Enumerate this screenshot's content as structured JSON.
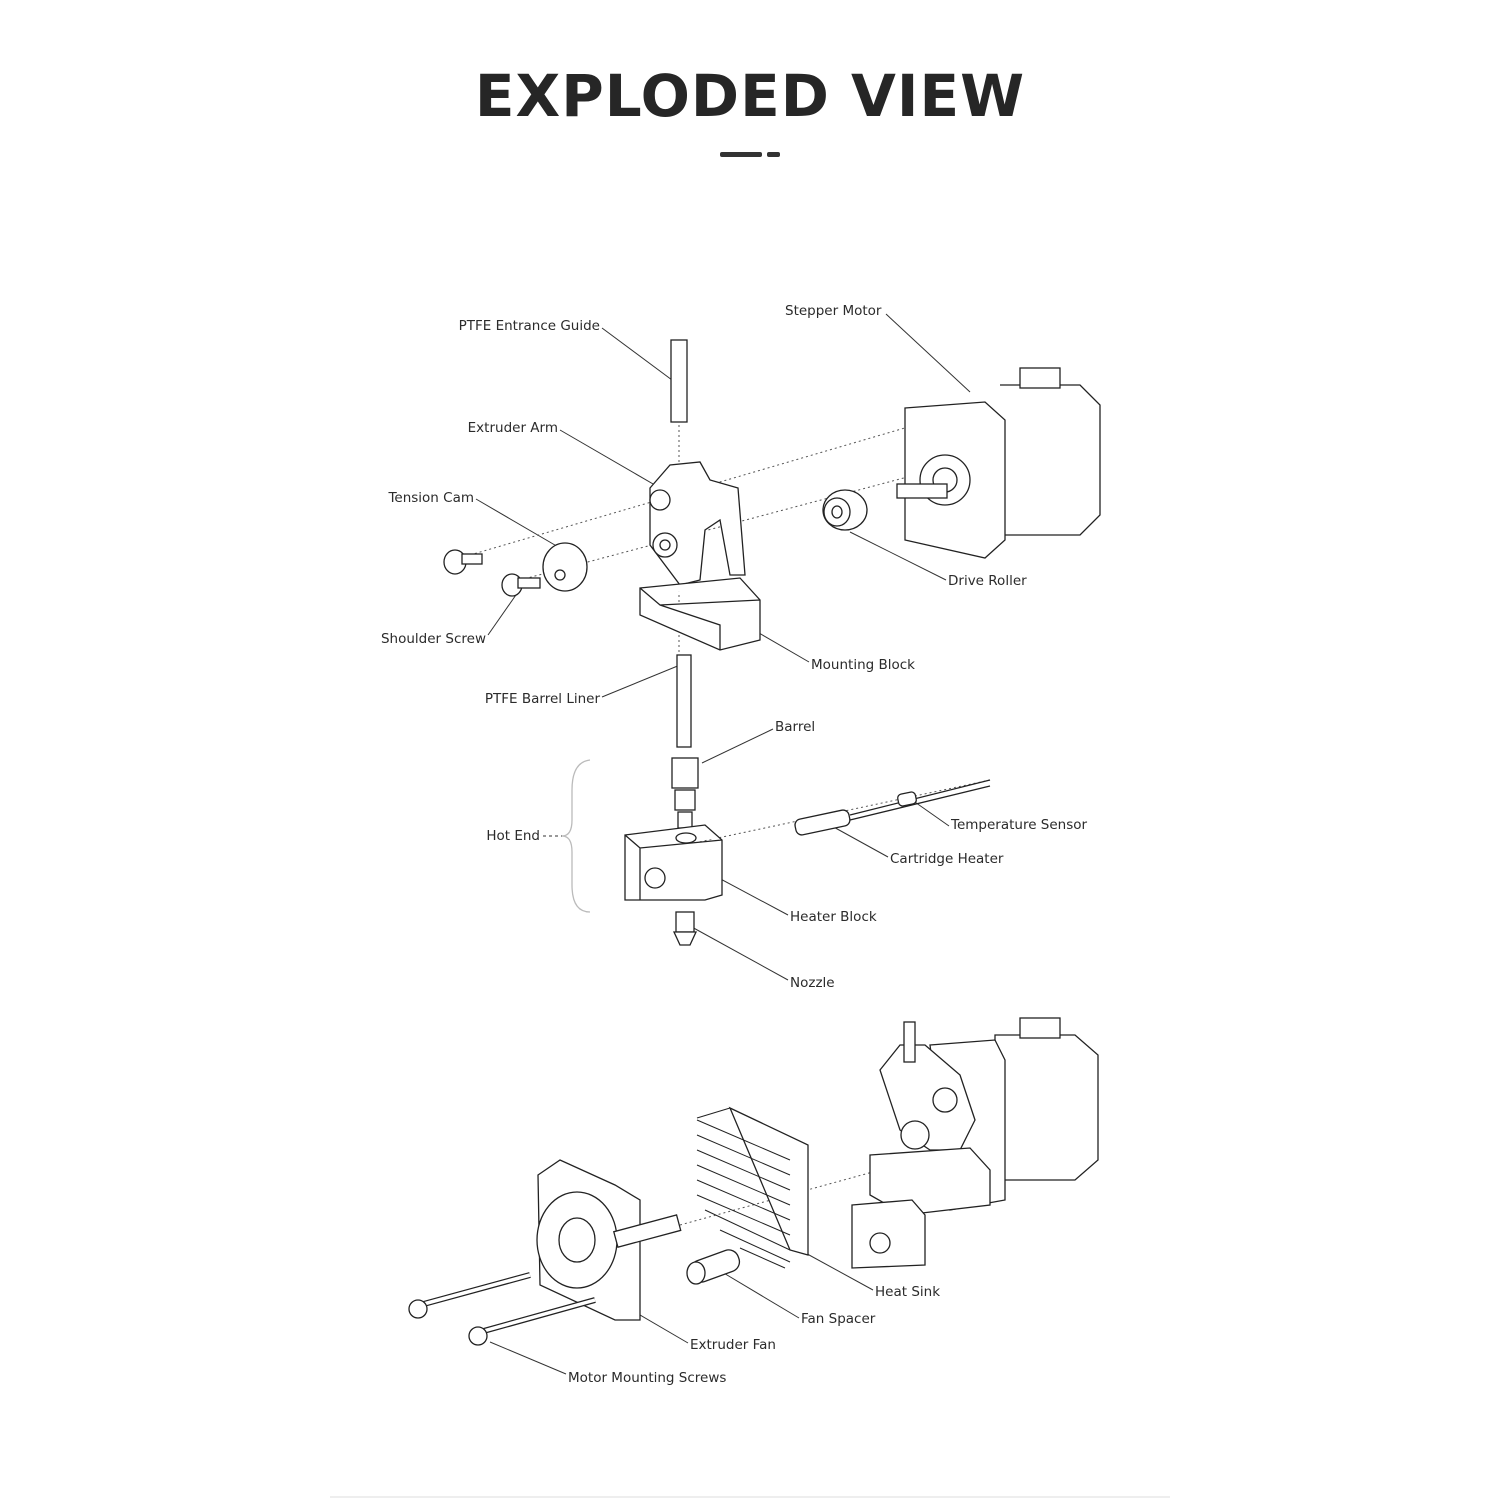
{
  "title": "EXPLODED VIEW",
  "labels": {
    "ptfe_entrance_guide": "PTFE Entrance Guide",
    "stepper_motor": "Stepper Motor",
    "extruder_arm": "Extruder Arm",
    "tension_cam": "Tension Cam",
    "shoulder_screw": "Shoulder Screw",
    "drive_roller": "Drive Roller",
    "mounting_block": "Mounting Block",
    "ptfe_barrel_liner": "PTFE Barrel Liner",
    "barrel": "Barrel",
    "hot_end": "Hot End",
    "temperature_sensor": "Temperature Sensor",
    "cartridge_heater": "Cartridge Heater",
    "heater_block": "Heater Block",
    "nozzle": "Nozzle",
    "heat_sink": "Heat Sink",
    "fan_spacer": "Fan Spacer",
    "extruder_fan": "Extruder Fan",
    "motor_mounting_screws": "Motor Mounting Screws"
  }
}
